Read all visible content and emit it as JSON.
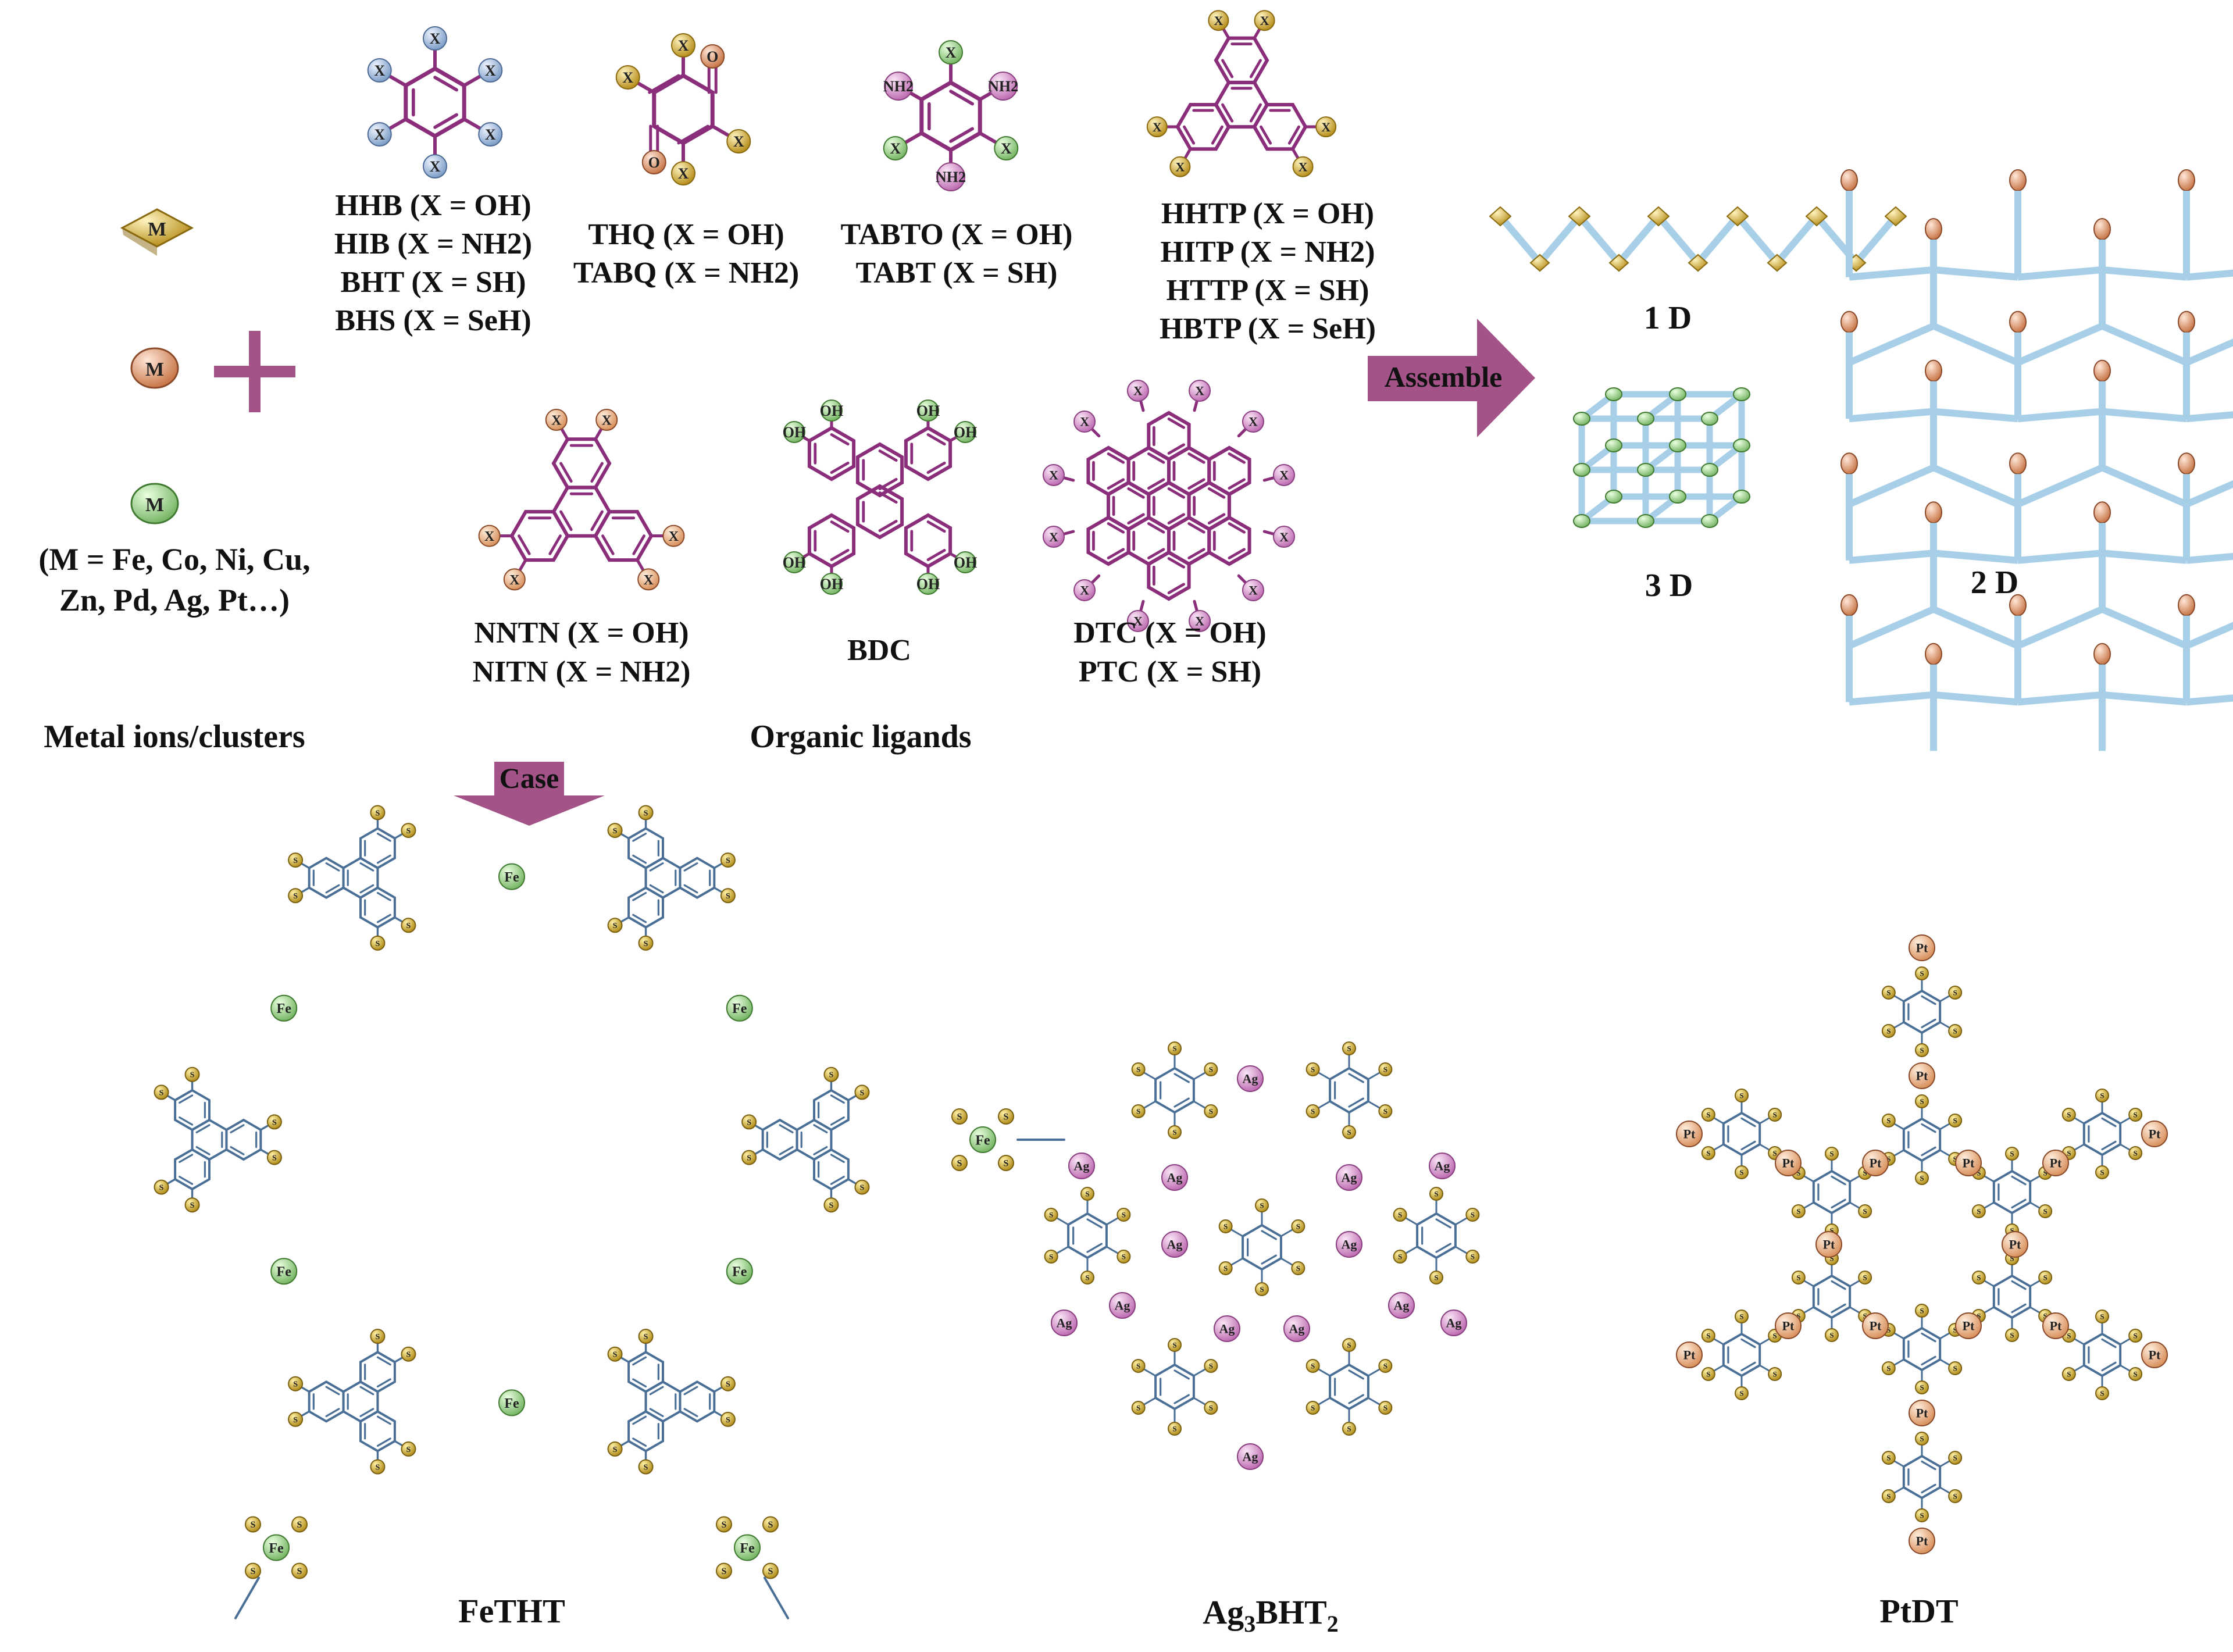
{
  "colors": {
    "ligand": "#8a2d7a",
    "framework": "#4a6f96",
    "arrow": "#a35387",
    "link": "#a8cfe8",
    "gold": "#caa43f",
    "copper": "#dd9a76",
    "green": "#9fcf8f",
    "pink": "#cf94c7",
    "blue": "#9bb7d8",
    "peach": "#e6a784"
  },
  "metals": {
    "node_label": "M",
    "list_line1": "(M = Fe, Co, Ni, Cu,",
    "list_line2": "Zn, Pd, Ag, Pt…)",
    "caption": "Metal ions/clusters"
  },
  "ligands": {
    "caption": "Organic ligands",
    "x_atom": "X",
    "o_atom": "O",
    "oh_atom": "OH",
    "nh2_atom": "NH2",
    "hhb_lines": [
      "HHB  (X = OH)",
      "HIB  (X = NH2)",
      "BHT  (X = SH)",
      "BHS  (X = SeH)"
    ],
    "thq_lines": [
      "THQ  (X = OH)",
      "TABQ  (X = NH2)"
    ],
    "tabto_lines": [
      "TABTO  (X = OH)",
      "TABT  (X = SH)"
    ],
    "hhtp_lines": [
      "HHTP  (X = OH)",
      "HITP  (X = NH2)",
      "HTTP  (X = SH)",
      "HBTP  (X = SeH)"
    ],
    "nntn_lines": [
      "NNTN  (X = OH)",
      "NITN  (X = NH2)"
    ],
    "bdc_name": "BDC",
    "dtc_lines": [
      "DTC (X = OH)",
      "PTC (X = SH)"
    ]
  },
  "arrows": {
    "assemble": "Assemble",
    "case": "Case"
  },
  "dimensions": {
    "one_d": "1 D",
    "three_d": "3 D",
    "two_d": "2 D"
  },
  "cases": {
    "fetht": "FeTHT",
    "ag3bht2": "Ag3BHT2",
    "ptdt": "PtDT",
    "s_atom": "S",
    "fe_atom": "Fe",
    "ag_atom": "Ag",
    "pt_atom": "Pt"
  }
}
